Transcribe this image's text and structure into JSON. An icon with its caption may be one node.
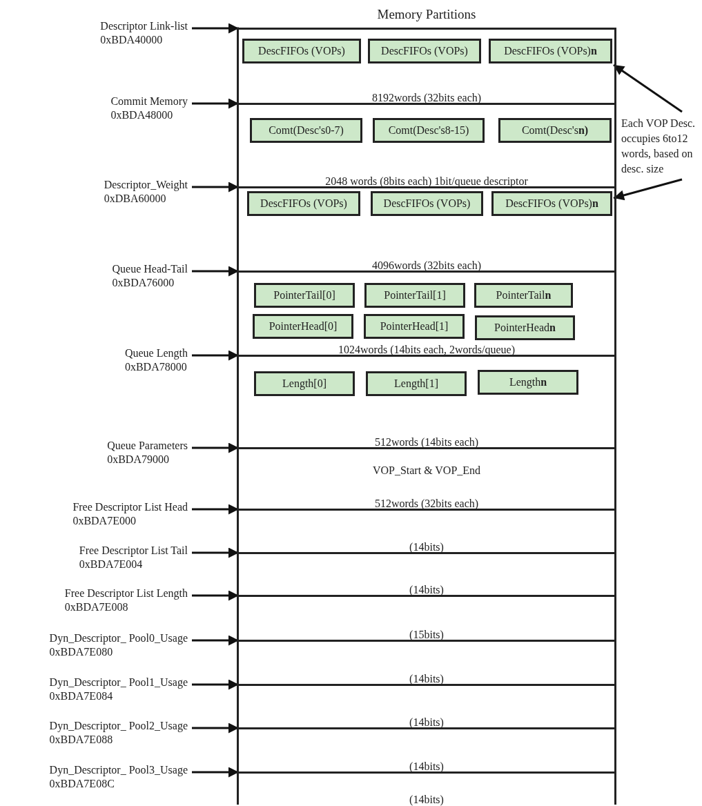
{
  "diagram": {
    "nodes": [
      {
        "text": [
          "Memory Partitions"
        ]
      },
      {
        "text": [
          "8192words (32bits each)"
        ],
        "in": 0
      },
      {
        "text": [
          "DescFIFOs (VOPs)"
        ],
        "in": 1
      },
      {
        "text": [
          "DescFIFOs (VOPs)"
        ],
        "in": 1
      },
      {
        "text": [
          "DescFIFOs (VOPs)**n**"
        ],
        "in": 1
      },
      {
        "text": [
          "2048 words (8bits each) 1bit/queue descriptor"
        ],
        "in": 0
      },
      {
        "text": [
          "Comt(Desc's0-7)"
        ],
        "in": 5
      },
      {
        "text": [
          "Comt(Desc's8-15)"
        ],
        "in": 5
      },
      {
        "text": [
          "Comt(Desc's**n)**"
        ],
        "in": 5
      },
      {
        "text": [
          "4096words (32bits each)"
        ],
        "in": 0
      },
      {
        "text": [
          "DescFIFOs (VOPs)"
        ],
        "in": 9
      },
      {
        "text": [
          "DescFIFOs (VOPs)"
        ],
        "in": 9
      },
      {
        "text": [
          "DescFIFOs (VOPs)**n**"
        ],
        "in": 9
      },
      {
        "text": [
          "1024words (14bits each, 2words/queue)"
        ],
        "in": 0
      },
      {
        "text": [
          "PointerTail[0]"
        ],
        "in": 13
      },
      {
        "text": [
          "PointerTail[1]"
        ],
        "in": 13
      },
      {
        "text": [
          "PointerTail**n**"
        ],
        "in": 13
      },
      {
        "text": [
          "PointerHead[0]"
        ],
        "in": 13
      },
      {
        "text": [
          "PointerHead[1]"
        ],
        "in": 13
      },
      {
        "text": [
          "PointerHead**n**"
        ],
        "in": 13
      },
      {
        "text": [
          "512words (14bits each)"
        ],
        "in": 0
      },
      {
        "text": [
          "Length[0]"
        ],
        "in": 20
      },
      {
        "text": [
          "Length[1]"
        ],
        "in": 20
      },
      {
        "text": [
          "Length**n**"
        ],
        "in": 20
      },
      {
        "text": [
          "VOP_Start & VOP_End",
          "512words (32bits each)"
        ],
        "in": 0
      },
      {
        "text": [
          "(14bits)"
        ],
        "in": 0
      },
      {
        "text": [
          "(14bits)"
        ],
        "in": 0
      },
      {
        "text": [
          "(15bits)"
        ],
        "in": 0
      },
      {
        "text": [
          "(14bits)"
        ],
        "in": 0
      },
      {
        "text": [
          "(14bits)"
        ],
        "in": 0
      },
      {
        "text": [
          "(14bits)"
        ],
        "in": 0
      },
      {
        "text": [
          "(14bits)"
        ],
        "in": 0
      },
      {
        "text": [
          "Descriptor Link-list",
          "0xBDA40000"
        ]
      },
      {
        "text": [
          "Commit Memory",
          "0xBDA48000"
        ]
      },
      {
        "text": [
          "Descriptor_Weight",
          "0xDBA60000"
        ]
      },
      {
        "text": [
          "Queue Head-Tail",
          "0xBDA76000"
        ]
      },
      {
        "text": [
          "Queue Length",
          "0xBDA78000"
        ]
      },
      {
        "text": [
          "Queue Parameters",
          "0xBDA79000"
        ]
      },
      {
        "text": [
          "Free Descriptor List Head",
          "0xBDA7E000"
        ]
      },
      {
        "text": [
          "Free Descriptor List Tail",
          "0xBDA7E004"
        ]
      },
      {
        "text": [
          "Free Descriptor List Length",
          "0xBDA7E008"
        ]
      },
      {
        "text": [
          "Dyn_Descriptor_ Pool0_Usage",
          "0xBDA7E080"
        ]
      },
      {
        "text": [
          "Dyn_Descriptor_ Pool1_Usage",
          "0xBDA7E084"
        ]
      },
      {
        "text": [
          "Dyn_Descriptor_ Pool2_Usage",
          "0xBDA7E088"
        ]
      },
      {
        "text": [
          "Dyn_Descriptor_ Pool3_Usage",
          "0xBDA7E08C"
        ]
      },
      {
        "text": [
          "Each VOP Desc. occupies 6to12 words, based on desc. size"
        ]
      }
    ],
    "edges": [
      {
        "from": 32,
        "to": 1,
        "arrow": "to"
      },
      {
        "from": 33,
        "to": 5,
        "arrow": "to"
      },
      {
        "from": 34,
        "to": 9,
        "arrow": "to"
      },
      {
        "from": 35,
        "to": 13,
        "arrow": "to"
      },
      {
        "from": 36,
        "to": 20,
        "arrow": "to"
      },
      {
        "from": 37,
        "to": 24,
        "arrow": "to"
      },
      {
        "from": 38,
        "to": 25,
        "arrow": "to"
      },
      {
        "from": 39,
        "to": 26,
        "arrow": "to"
      },
      {
        "from": 40,
        "to": 27,
        "arrow": "to"
      },
      {
        "from": 41,
        "to": 28,
        "arrow": "to"
      },
      {
        "from": 42,
        "to": 29,
        "arrow": "to"
      },
      {
        "from": 43,
        "to": 30,
        "arrow": "to"
      },
      {
        "from": 44,
        "to": 31,
        "arrow": "to"
      },
      {
        "from": 45,
        "to": 4,
        "arrow": "to"
      },
      {
        "from": 45,
        "to": 12,
        "arrow": "to"
      }
    ]
  }
}
